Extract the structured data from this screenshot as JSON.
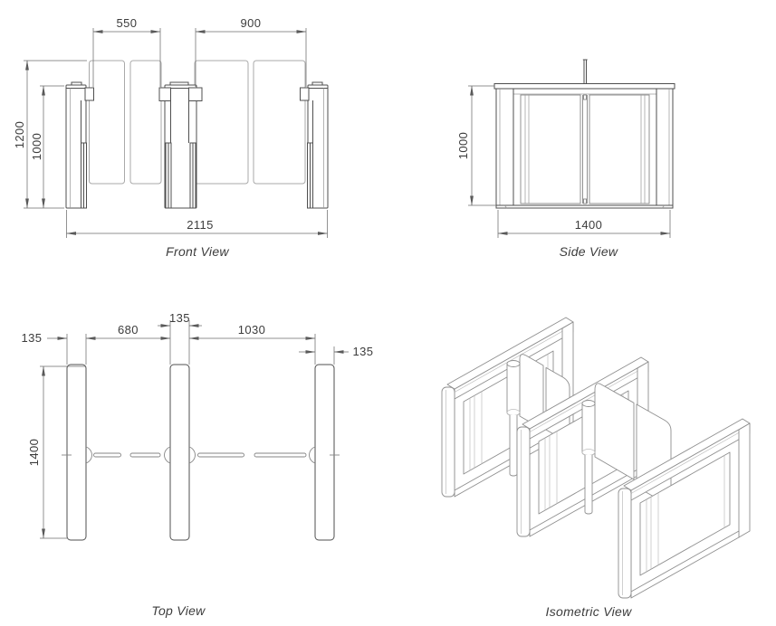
{
  "title": "Speed gate turnstile technical drawing",
  "colors": {
    "line_dark": "#4f4f4f",
    "line_medium": "#858585",
    "line_light": "#9b9b9b",
    "dimension_line": "#6e6e6e",
    "text": "#3c3c3c",
    "background": "#ffffff"
  },
  "views": {
    "front": {
      "label": "Front View",
      "dimensions": {
        "lane_left_width": "550",
        "lane_right_width": "900",
        "glass_height": "1200",
        "cabinet_height": "1000",
        "total_width": "2115"
      }
    },
    "side": {
      "label": "Side View",
      "dimensions": {
        "cabinet_height": "1000",
        "cabinet_depth": "1400"
      }
    },
    "top": {
      "label": "Top View",
      "dimensions": {
        "cabinet_width_left": "135",
        "passage_left": "680",
        "cabinet_width_middle": "135",
        "passage_right": "1030",
        "cabinet_width_right": "135",
        "cabinet_depth": "1400"
      }
    },
    "isometric": {
      "label": "Isometric View"
    }
  }
}
